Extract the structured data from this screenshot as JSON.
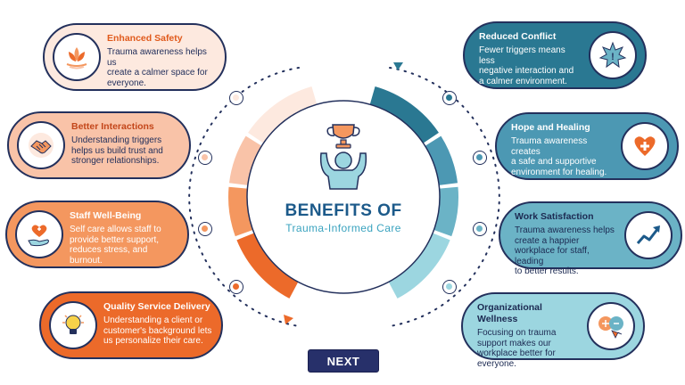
{
  "center": {
    "title": "BENEFITS OF",
    "subtitle": "Trauma-Informed Care"
  },
  "next_label": "NEXT",
  "cards": {
    "enhanced_safety": {
      "title": "Enhanced Safety",
      "desc": [
        "Trauma awareness helps us",
        "create a calmer space for",
        "everyone."
      ]
    },
    "better_interactions": {
      "title": "Better Interactions",
      "desc": [
        "Understanding triggers",
        "helps us build trust and",
        "stronger relationships."
      ]
    },
    "staff_wellbeing": {
      "title": "Staff Well-Being",
      "desc": [
        "Self care allows staff to",
        "provide better support,",
        "reduces stress, and",
        "burnout."
      ]
    },
    "quality_service": {
      "title": "Quality Service Delivery",
      "desc": [
        "Understanding a client or",
        "customer's background lets",
        "us personalize their care."
      ]
    },
    "reduced_conflict": {
      "title": "Reduced Conflict",
      "desc": [
        "Fewer triggers means less",
        "negative interaction and",
        "a calmer environment."
      ]
    },
    "hope_healing": {
      "title": "Hope and Healing",
      "desc": [
        "Trauma awareness creates",
        "a safe and supportive",
        "environment for healing."
      ]
    },
    "work_satisfaction": {
      "title": "Work Satisfaction",
      "desc": [
        "Trauma awareness helps",
        "create a happier",
        "workplace for staff, leading",
        "to better results."
      ]
    },
    "org_wellness": {
      "title": "Organizational Wellness",
      "desc": [
        "Focusing on trauma",
        "support makes our",
        "workplace better for",
        "everyone."
      ]
    }
  },
  "colors": {
    "navy": "#23305c",
    "peach_light": "#fde9df",
    "peach": "#f9c3a8",
    "orange_light": "#f4975f",
    "orange": "#ec6a2a",
    "teal_dark": "#2a7892",
    "teal": "#4c98b3",
    "teal_light": "#6bb3c6",
    "teal_pale": "#9cd6e0"
  },
  "icons": {
    "enhanced_safety": "lotus-icon",
    "better_interactions": "handshake-icon",
    "staff_wellbeing": "heart-in-hand-icon",
    "quality_service": "lightbulb-icon",
    "reduced_conflict": "warning-star-icon",
    "hope_healing": "medical-heart-icon",
    "work_satisfaction": "growth-chart-icon",
    "org_wellness": "connected-people-icon",
    "center": "trophy-person-icon"
  }
}
